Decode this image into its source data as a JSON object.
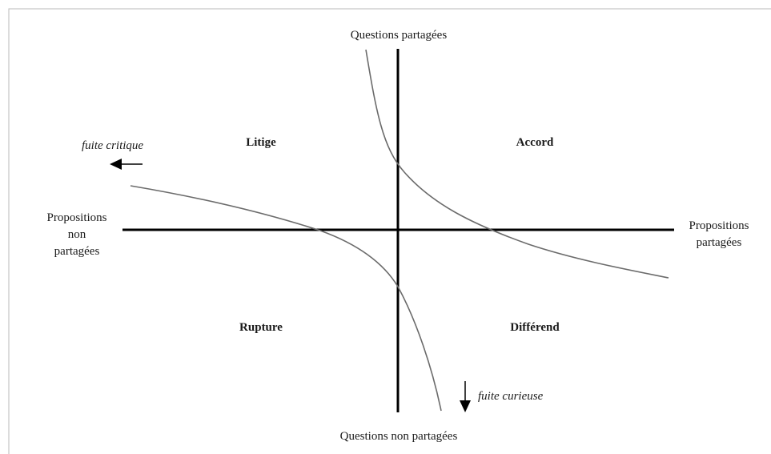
{
  "axes": {
    "top": "Questions partagées",
    "bottom": "Questions non partagées",
    "left": [
      "Propositions",
      "non",
      "partagées"
    ],
    "right": [
      "Propositions",
      "partagées"
    ]
  },
  "quadrants": {
    "top_left": "Litige",
    "top_right": "Accord",
    "bottom_left": "Rupture",
    "bottom_right": "Différend"
  },
  "annotations": {
    "left_escape": "fuite critique",
    "bottom_escape": "fuite curieuse"
  }
}
